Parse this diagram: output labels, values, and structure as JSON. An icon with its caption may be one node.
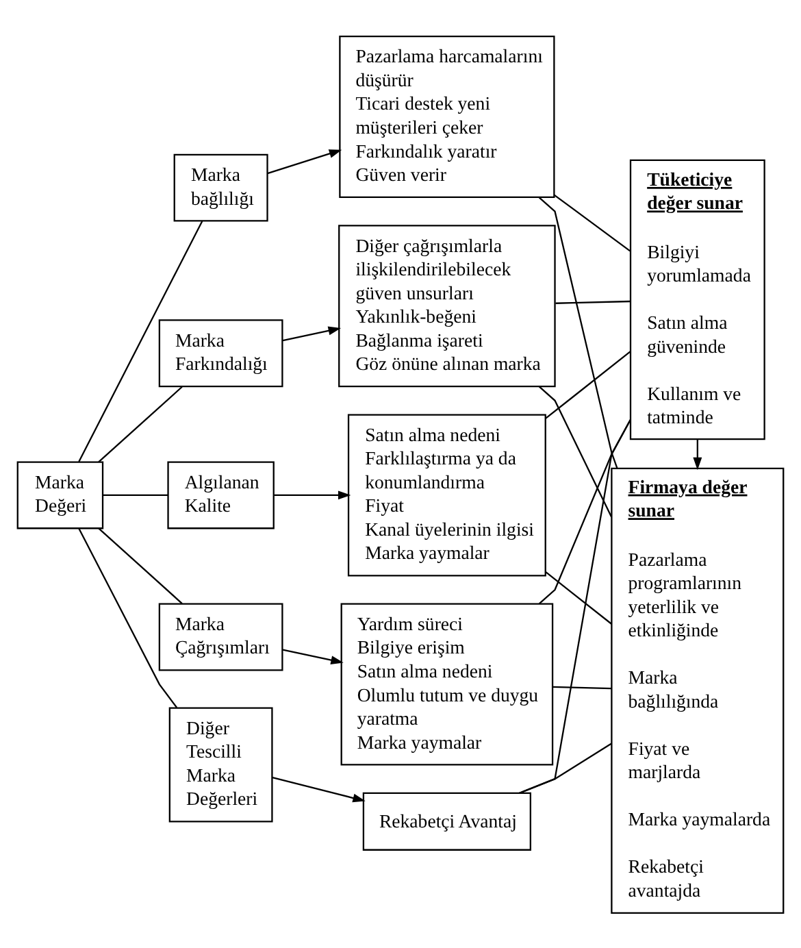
{
  "diagram": {
    "nodes": [
      {
        "text": [
          "Marka Değeri"
        ]
      },
      {
        "text": [
          "Marka bağlılığı"
        ]
      },
      {
        "text": [
          "Marka Farkındalığı"
        ]
      },
      {
        "text": [
          "Algılanan Kalite"
        ]
      },
      {
        "text": [
          "Marka Çağrışımları"
        ]
      },
      {
        "text": [
          "Diğer Tescilli Marka Değerleri"
        ]
      },
      {
        "text": [
          "Pazarlama harcamalarını düşürür",
          "Ticari destek yeni müşterileri çeker",
          "Farkındalık yaratır",
          "Güven verir"
        ]
      },
      {
        "text": [
          "Diğer çağrışımlarla ilişkilendirilebilecek güven unsurları",
          "Yakınlık-beğeni",
          "Bağlanma işareti",
          "Göz önüne alınan marka"
        ]
      },
      {
        "text": [
          "Satın alma nedeni",
          "Farklılaştırma ya da konumlandırma",
          "Fiyat",
          "Kanal üyelerinin ilgisi",
          "Marka yaymalar"
        ]
      },
      {
        "text": [
          "Yardım süreci",
          "Bilgiye erişim",
          "Satın alma nedeni",
          "Olumlu tutum ve duygu yaratma",
          "Marka yaymalar"
        ]
      },
      {
        "text": [
          "Rekabetçi Avantaj"
        ]
      },
      {
        "text": [
          "Tüketiciye değer sunar",
          "Bilgiyi yorumlamada",
          "Satın alma güveninde",
          "Kullanım ve tatminde"
        ]
      },
      {
        "text": [
          "Firmaya değer sunar",
          "Pazarlama programlarının yeterlilik ve etkinliğinde",
          "Marka bağlılığında",
          "Fiyat ve marjlarda",
          "Marka yaymalarda",
          "Rekabetçi avantajda"
        ]
      }
    ],
    "edges": [
      {
        "from": 0,
        "to": 1,
        "arrow": "none"
      },
      {
        "from": 0,
        "to": 2,
        "arrow": "none"
      },
      {
        "from": 0,
        "to": 3,
        "arrow": "none"
      },
      {
        "from": 0,
        "to": 4,
        "arrow": "none"
      },
      {
        "from": 0,
        "to": 5,
        "arrow": "none"
      },
      {
        "from": 1,
        "to": 6,
        "arrow": "to"
      },
      {
        "from": 2,
        "to": 7,
        "arrow": "to"
      },
      {
        "from": 3,
        "to": 8,
        "arrow": "to"
      },
      {
        "from": 4,
        "to": 9,
        "arrow": "to"
      },
      {
        "from": 5,
        "to": 10,
        "arrow": "to"
      },
      {
        "from": 6,
        "to": 11,
        "arrow": "none"
      },
      {
        "from": 7,
        "to": 11,
        "arrow": "none"
      },
      {
        "from": 8,
        "to": 11,
        "arrow": "none"
      },
      {
        "from": 9,
        "to": 11,
        "arrow": "none"
      },
      {
        "from": 10,
        "to": 11,
        "arrow": "none"
      },
      {
        "from": 6,
        "to": 12,
        "arrow": "none"
      },
      {
        "from": 7,
        "to": 12,
        "arrow": "none"
      },
      {
        "from": 8,
        "to": 12,
        "arrow": "none"
      },
      {
        "from": 9,
        "to": 12,
        "arrow": "none"
      },
      {
        "from": 10,
        "to": 12,
        "arrow": "none"
      },
      {
        "from": 11,
        "to": 12,
        "arrow": "to"
      }
    ]
  }
}
